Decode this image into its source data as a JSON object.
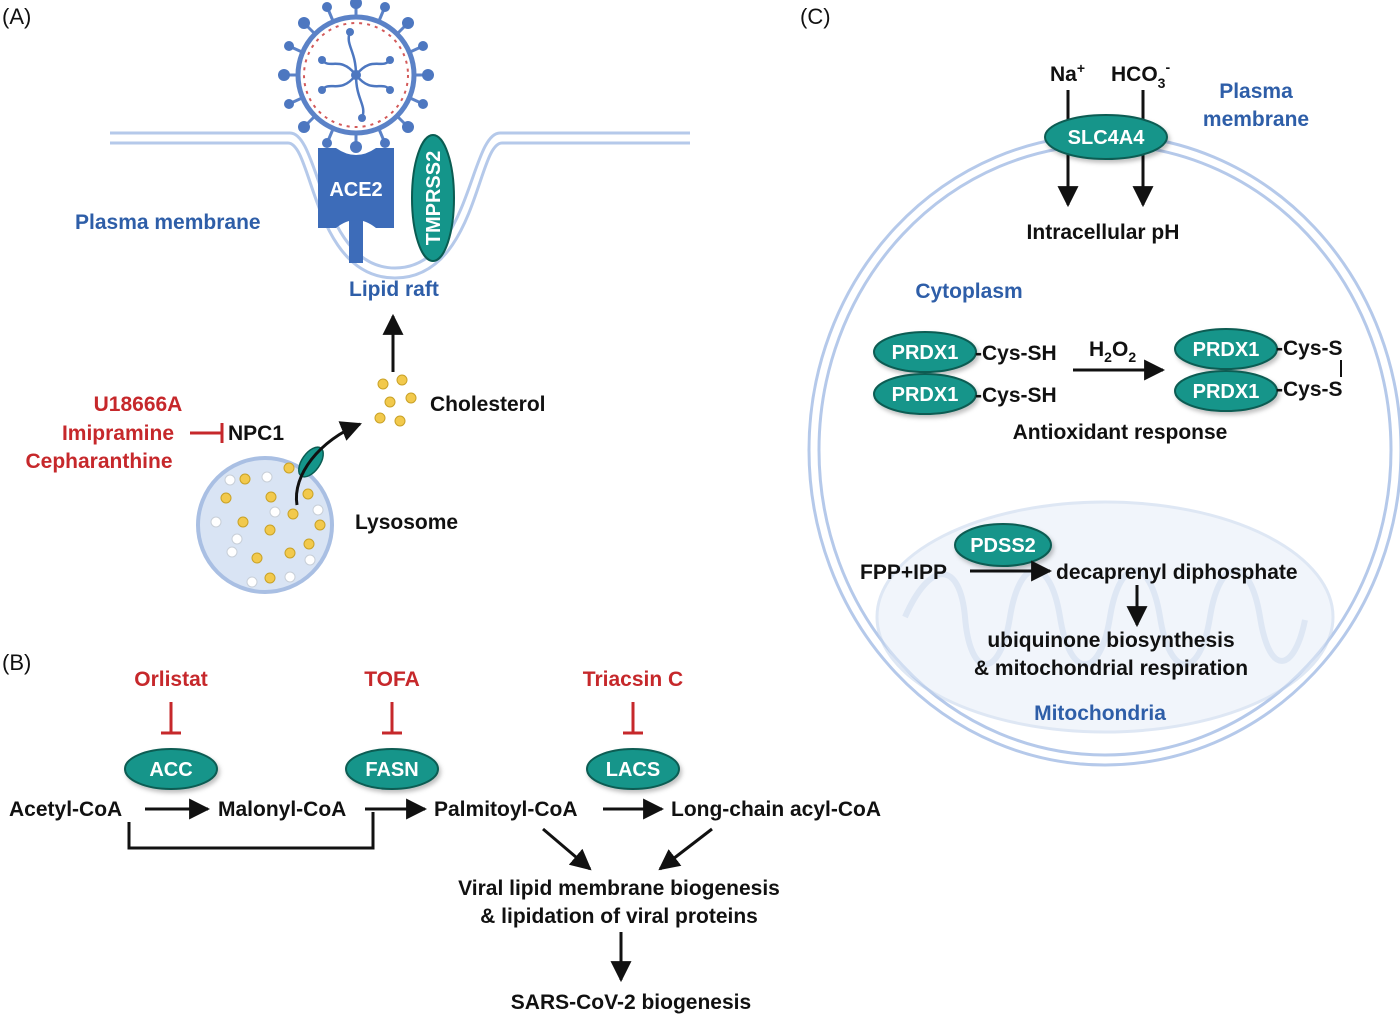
{
  "panels": {
    "a": "(A)",
    "b": "(B)",
    "c": "(C)"
  },
  "colors": {
    "enzyme": "#14958a",
    "enzyme_stroke": "#0a5c52",
    "membrane": "#b5c9ea",
    "receptor": "#3d6cb9",
    "inhibitor": "#c6282b",
    "compartment_label": "#2e5ea8",
    "cholesterol": "#f2c94c"
  },
  "panel_a": {
    "plasma_membrane": "Plasma membrane",
    "ace2": "ACE2",
    "tmprss2": "TMPRSS2",
    "lipid_raft": "Lipid raft",
    "cholesterol": "Cholesterol",
    "npc1": "NPC1",
    "lysosome": "Lysosome",
    "inhibitors": [
      "U18666A",
      "Imipramine",
      "Cepharanthine"
    ]
  },
  "panel_b": {
    "inhibitors": [
      "Orlistat",
      "TOFA",
      "Triacsin C"
    ],
    "enzymes": [
      "ACC",
      "FASN",
      "LACS"
    ],
    "metabolites": [
      "Acetyl-CoA",
      "Malonyl-CoA",
      "Palmitoyl-CoA",
      "Long-chain acyl-CoA"
    ],
    "outcome_line1": "Viral lipid membrane biogenesis",
    "outcome_line2": "& lipidation of viral proteins",
    "final": "SARS-CoV-2 biogenesis"
  },
  "panel_c": {
    "na": "Na",
    "na_charge": "+",
    "hco3_base": "HCO",
    "hco3_sub": "3",
    "hco3_charge": "-",
    "plasma_membrane_line1": "Plasma",
    "plasma_membrane_line2": "membrane",
    "slc4a4": "SLC4A4",
    "intracellular_ph": "Intracellular pH",
    "cytoplasm": "Cytoplasm",
    "prdx1": "PRDX1",
    "cys_sh": "-Cys-SH",
    "cys_s": "-Cys-S",
    "h2o2_h": "H",
    "h2o2_sub": "2",
    "h2o2_o": "O",
    "antioxidant": "Antioxidant response",
    "pdss2": "PDSS2",
    "fpp_ipp": "FPP+IPP",
    "decaprenyl": "decaprenyl diphosphate",
    "ubiquinone_line1": "ubiquinone biosynthesis",
    "ubiquinone_line2": "& mitochondrial respiration",
    "mitochondria": "Mitochondria"
  }
}
